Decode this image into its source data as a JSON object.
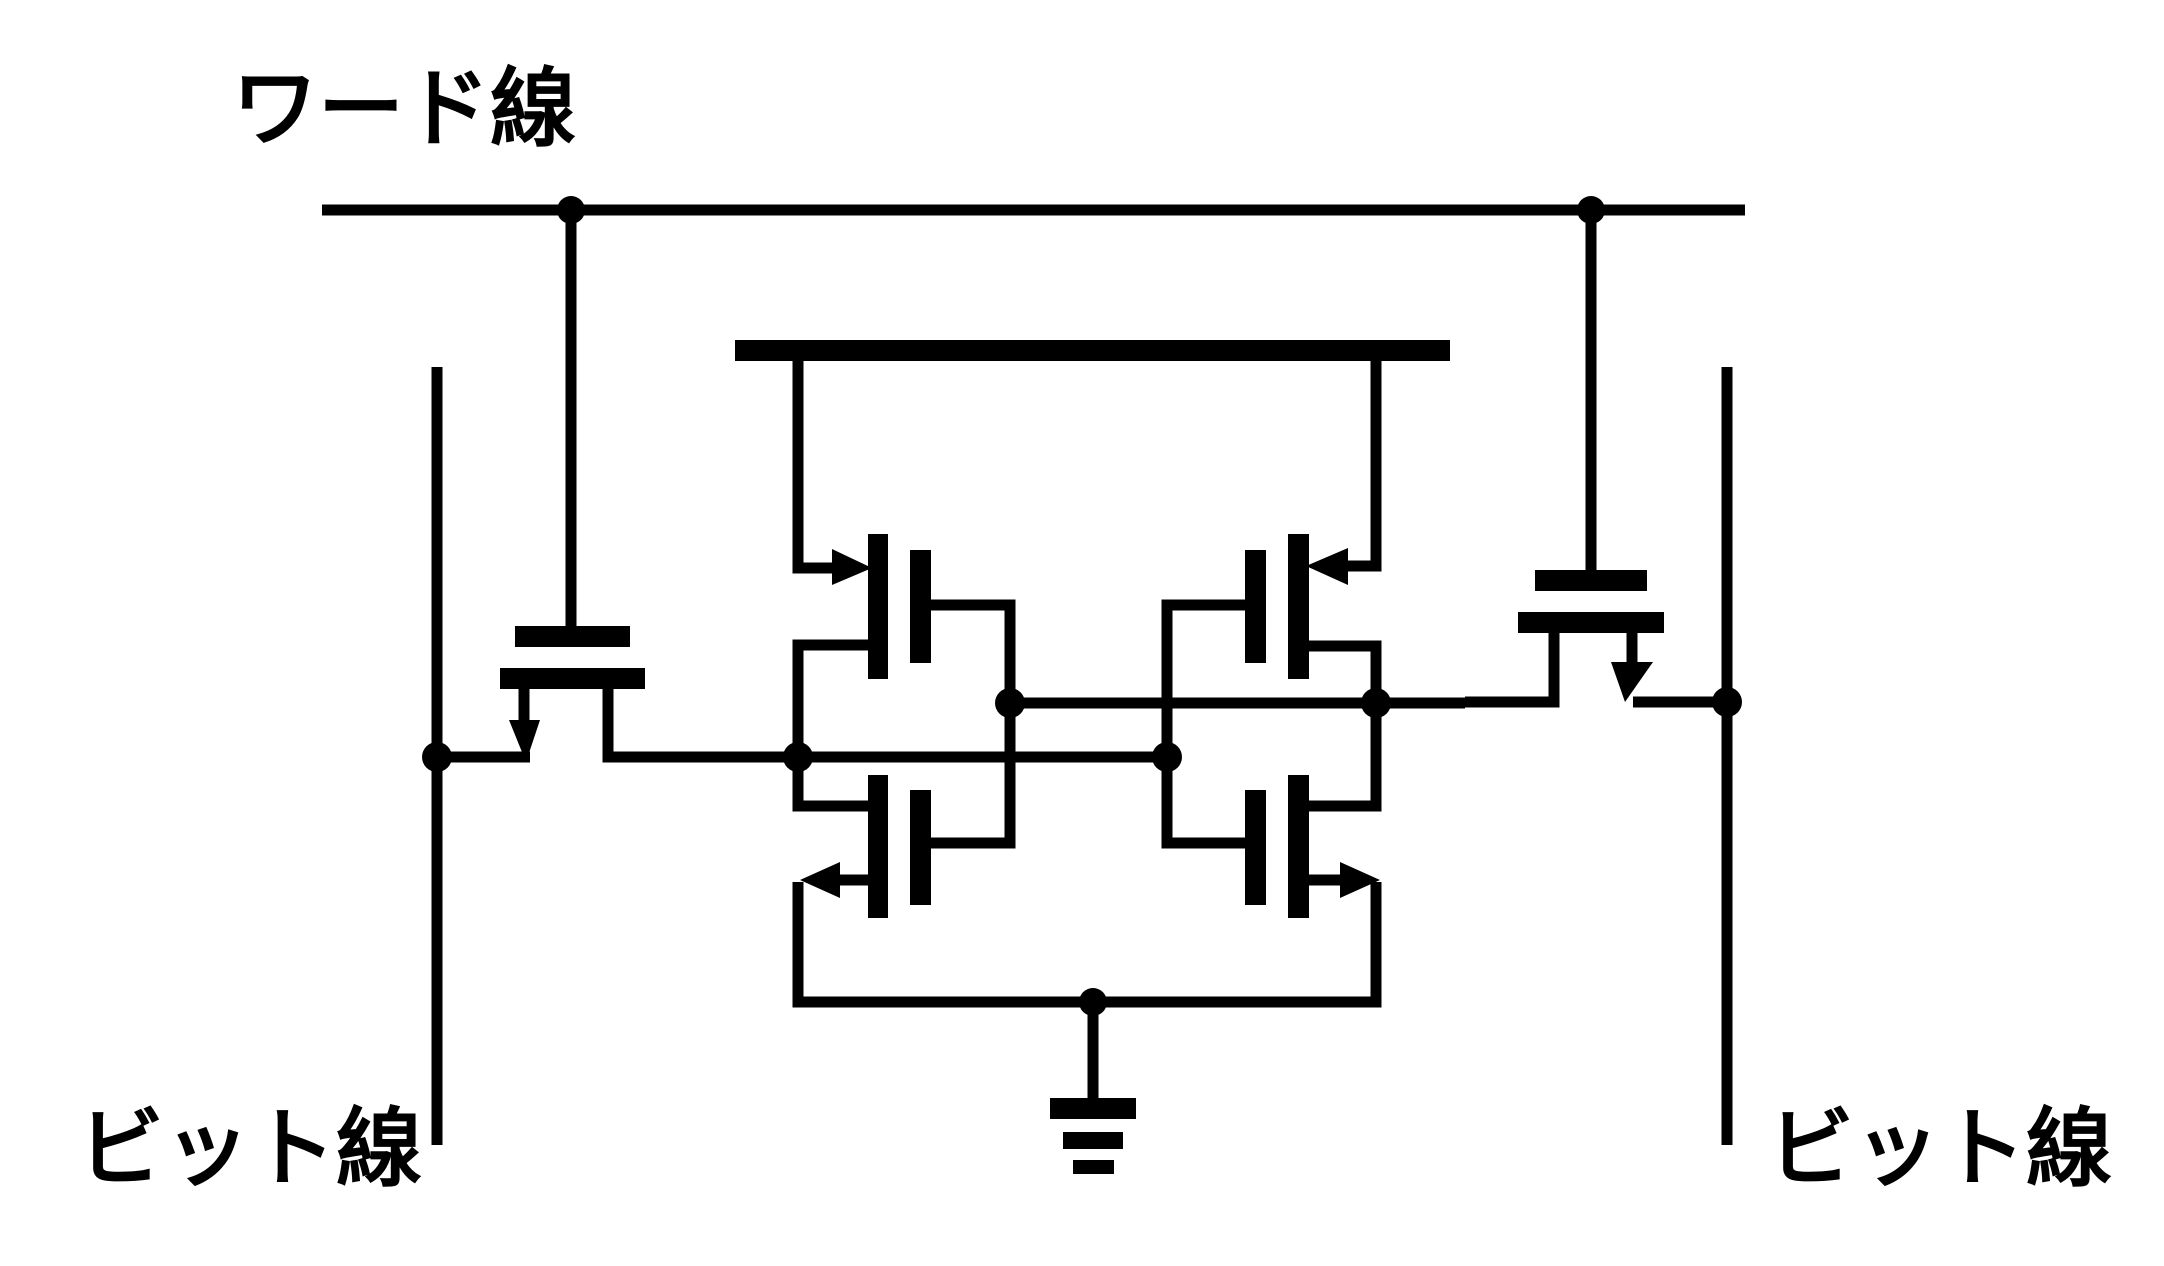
{
  "labels": {
    "word_line": "ワード線",
    "bit_line_left": "ビット線",
    "bit_line_right": "ビット線"
  },
  "colors": {
    "line": "#000000",
    "background": "#ffffff"
  }
}
